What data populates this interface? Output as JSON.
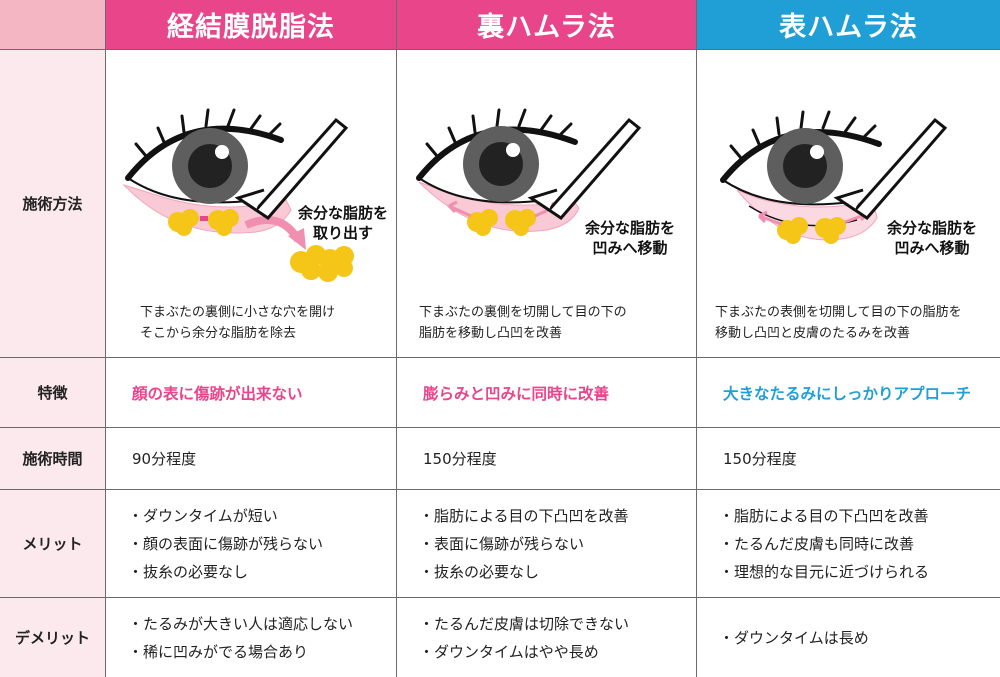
{
  "columns": [
    {
      "title": "経結膜脱脂法",
      "callout_lines": [
        "余分な脂肪を",
        "取り出す"
      ],
      "method_desc_lines": [
        "下まぶたの裏側に小さな穴を開け",
        "そこから余分な脂肪を除去"
      ],
      "feature": "顔の表に傷跡が出来ない",
      "time": "90分程度",
      "merits": [
        "・ダウンタイムが短い",
        "・顔の表面に傷跡が残らない",
        "・抜糸の必要なし"
      ],
      "demerits": [
        "・たるみが大きい人は適応しない",
        "・稀に凹みがでる場合あり"
      ]
    },
    {
      "title": "裏ハムラ法",
      "callout_lines": [
        "余分な脂肪を",
        "凹みへ移動"
      ],
      "method_desc_lines": [
        "下まぶたの裏側を切開して目の下の",
        "脂肪を移動し凸凹を改善"
      ],
      "feature": "膨らみと凹みに同時に改善",
      "time": "150分程度",
      "merits": [
        "・脂肪による目の下凸凹を改善",
        "・表面に傷跡が残らない",
        "・抜糸の必要なし"
      ],
      "demerits": [
        "・たるんだ皮膚は切除できない",
        "・ダウンタイムはやや長め"
      ]
    },
    {
      "title": "表ハムラ法",
      "callout_lines": [
        "余分な脂肪を",
        "凹みへ移動"
      ],
      "method_desc_lines": [
        "下まぶたの表側を切開して目の下の脂肪を",
        "移動し凸凹と皮膚のたるみを改善"
      ],
      "feature": "大きなたるみにしっかりアプローチ",
      "time": "150分程度",
      "merits": [
        "・脂肪による目の下凸凹を改善",
        "・たるんだ皮膚も同時に改善",
        "・理想的な目元に近づけられる"
      ],
      "demerits": [
        "・ダウンタイムは長め"
      ]
    }
  ],
  "row_labels": {
    "method": "施術方法",
    "feature": "特徴",
    "time": "施術時間",
    "merit": "メリット",
    "demerit": "デメリット"
  },
  "colors": {
    "pink": "#e8458b",
    "blue": "#1f9fd6",
    "corner": "#f5b6c4",
    "label_bg": "#fce9ee",
    "fat": "#f5c518",
    "lid_pink": "#f9c9d6",
    "arrow_pink": "#f08fb0"
  },
  "icons": [
    "eye-icon",
    "scalpel-icon",
    "fat-lump-icon",
    "arrow-icon"
  ]
}
